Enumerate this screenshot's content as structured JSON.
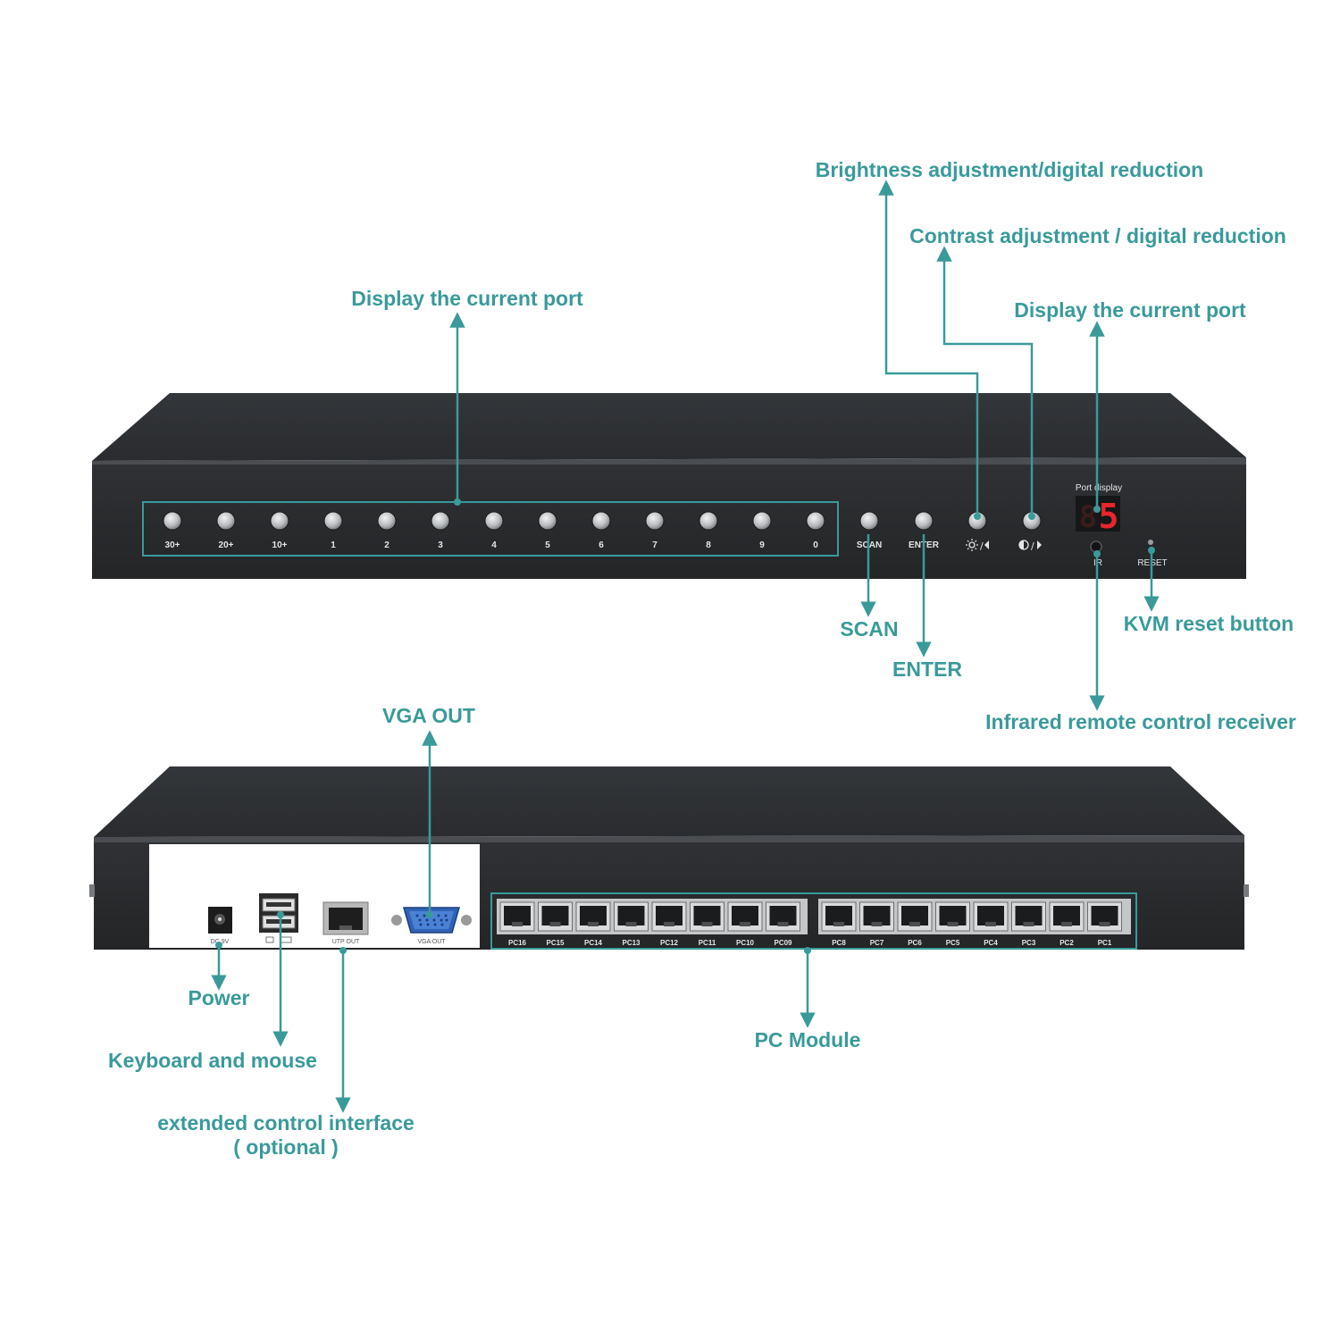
{
  "colors": {
    "accent": "#3a9a9a",
    "device_body": "#2b2d30",
    "device_top": "#3a3d41",
    "panel_white": "#ffffff",
    "led_red": "#e8262b"
  },
  "front_panel": {
    "number_keys": [
      "30+",
      "20+",
      "10+",
      "1",
      "2",
      "3",
      "4",
      "5",
      "6",
      "7",
      "8",
      "9",
      "0"
    ],
    "scan_key": "SCAN",
    "enter_key": "ENTER",
    "brightness_key_icon": "sun-left-arrow-icon",
    "contrast_key_icon": "contrast-right-arrow-icon",
    "port_display_title": "Port display",
    "port_display_value": "5",
    "ir_label": "IR",
    "reset_label": "RESET"
  },
  "rear_panel": {
    "dc_label": "DC 9V",
    "usb_label": "",
    "utp_label": "UTP OUT",
    "vga_label": "VGA OUT",
    "pc_ports": [
      "PC16",
      "PC15",
      "PC14",
      "PC13",
      "PC12",
      "PC11",
      "PC10",
      "PC09",
      "PC8",
      "PC7",
      "PC6",
      "PC5",
      "PC4",
      "PC3",
      "PC2",
      "PC1"
    ]
  },
  "callouts": {
    "brightness": "Brightness adjustment/digital reduction",
    "contrast": "Contrast adjustment / digital reduction",
    "display_port_left": "Display the current port",
    "display_port_right": "Display the current port",
    "scan": "SCAN",
    "enter": "ENTER",
    "kvm_reset": "KVM reset button",
    "ir_receiver": "Infrared remote control receiver",
    "vga_out": "VGA OUT",
    "power": "Power",
    "keyboard_mouse": "Keyboard and mouse",
    "extended_line1": "extended control interface",
    "extended_line2": "( optional )",
    "pc_module": "PC Module"
  }
}
